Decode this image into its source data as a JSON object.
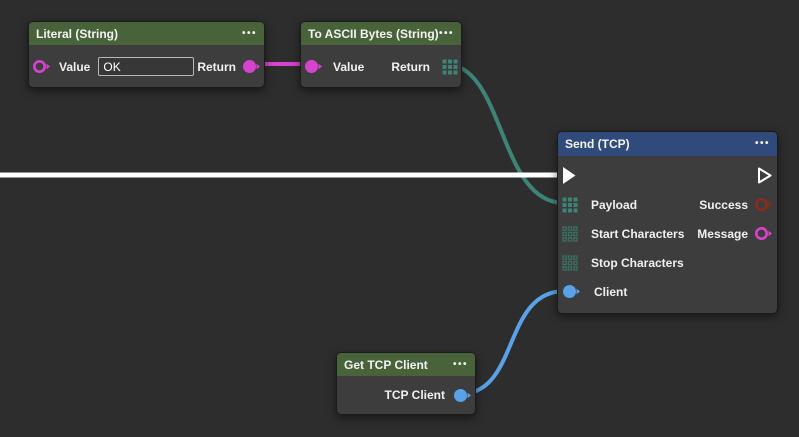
{
  "palette": {
    "background": "#2d2d2d",
    "node-body": "#3d3d3d",
    "node-border": "#1b1b1b",
    "header-green": "#486339",
    "header-blue": "#304a7c",
    "text": "#efefef",
    "magenta": "#d644cf",
    "teal": "#3e8476",
    "teal-dim": "#3a6f63",
    "blue": "#59a2e8",
    "dark-red": "#8e2a1d",
    "white-wire": "#ffffff"
  },
  "ui": {
    "menu_dots": "•••"
  },
  "nodes": {
    "literal": {
      "title": "Literal (String)",
      "value_label": "Value",
      "value_text": "OK",
      "return_label": "Return"
    },
    "to_ascii": {
      "title": "To ASCII Bytes (String)",
      "value_label": "Value",
      "return_label": "Return"
    },
    "send": {
      "title": "Send (TCP)",
      "payload_label": "Payload",
      "start_chars_label": "Start Characters",
      "stop_chars_label": "Stop Characters",
      "client_label": "Client",
      "success_label": "Success",
      "message_label": "Message"
    },
    "get_tcp_client": {
      "title": "Get TCP Client",
      "output_label": "TCP Client"
    }
  }
}
